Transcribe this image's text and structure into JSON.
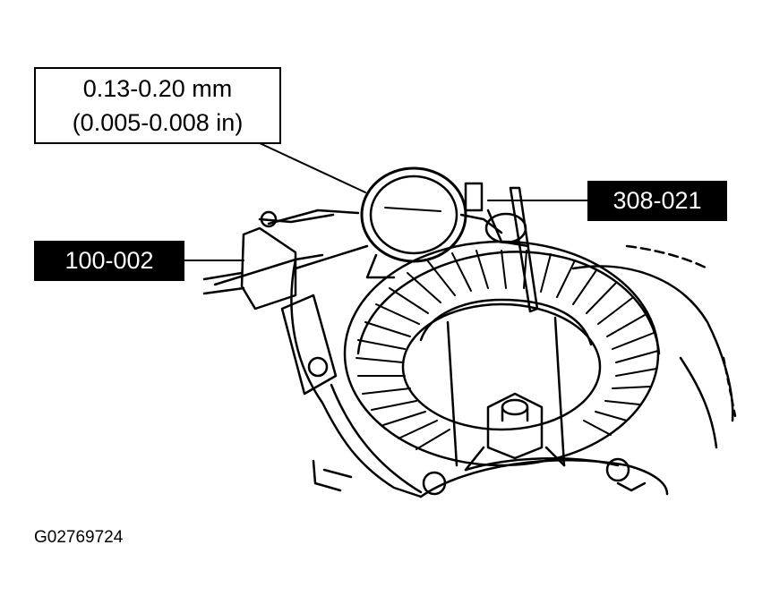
{
  "spec": {
    "line1": "0.13-0.20 mm",
    "line2": "(0.005-0.008 in)"
  },
  "tools": {
    "right_label": "308-021",
    "left_label": "100-002"
  },
  "figure_code": "G02769724",
  "colors": {
    "ink": "#000000",
    "paper": "#ffffff"
  }
}
